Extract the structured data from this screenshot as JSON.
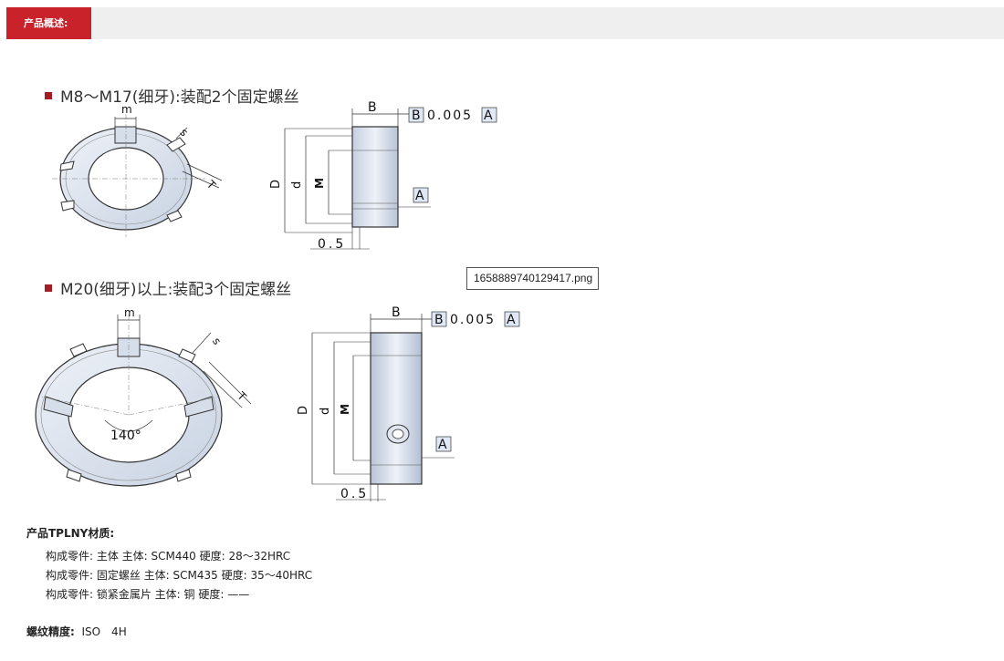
{
  "header": {
    "tab_label": "产品概述:"
  },
  "section1": {
    "title": "M8～M17(细牙):装配2个固定螺丝",
    "dims": {
      "m": "m",
      "s": "s",
      "T": "T",
      "B": "B",
      "D": "D",
      "d": "d",
      "M": "M",
      "offset": "0.5",
      "tol_ref": "B",
      "tol_value": "0.005",
      "tol_datum": "A",
      "datum": "A"
    }
  },
  "section2": {
    "title": "M20(细牙)以上:装配3个固定螺丝",
    "dims": {
      "m": "m",
      "s": "s",
      "T": "T",
      "angle": "140°",
      "B": "B",
      "D": "D",
      "d": "d",
      "M": "M",
      "offset": "0.5",
      "tol_ref": "B",
      "tol_value": "0.005",
      "tol_datum": "A",
      "datum": "A"
    }
  },
  "tooltip": "1658889740129417.png",
  "materials": {
    "heading": "产品TPLNY材质:",
    "rows": [
      "构成零件: 主体  主体: SCM440  硬度: 28～32HRC",
      "构成零件: 固定螺丝  主体: SCM435  硬度: 35～40HRC",
      "构成零件: 锁紧金属片  主体: 铜  硬度: ——"
    ]
  },
  "thread": {
    "label": "螺纹精度:",
    "value": "ISO　4H"
  }
}
